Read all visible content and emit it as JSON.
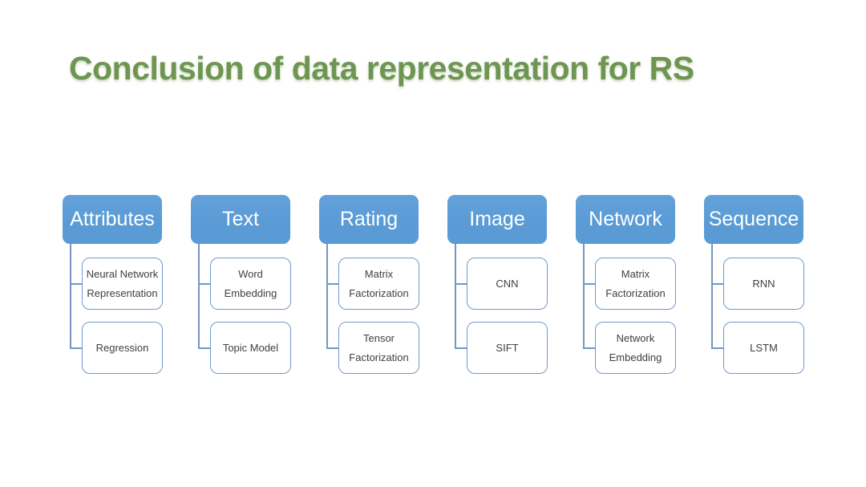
{
  "slide": {
    "title": "Conclusion of data representation for RS"
  },
  "diagram": {
    "columns": [
      {
        "header": "Attributes",
        "children": [
          "Neural Network Representation",
          "Regression"
        ]
      },
      {
        "header": "Text",
        "children": [
          "Word Embedding",
          "Topic Model"
        ]
      },
      {
        "header": "Rating",
        "children": [
          "Matrix Factorization",
          "Tensor Factorization"
        ]
      },
      {
        "header": "Image",
        "children": [
          "CNN",
          "SIFT"
        ]
      },
      {
        "header": "Network",
        "children": [
          "Matrix Factorization",
          "Network Embedding"
        ]
      },
      {
        "header": "Sequence",
        "children": [
          "RNN",
          "LSTM"
        ]
      }
    ]
  },
  "colors": {
    "title_green": "#6E9551",
    "header_blue": "#5B9BD5",
    "child_border_blue": "#6F9BD0",
    "connector_blue": "#7596C4",
    "child_text": "#3F3F3F"
  }
}
